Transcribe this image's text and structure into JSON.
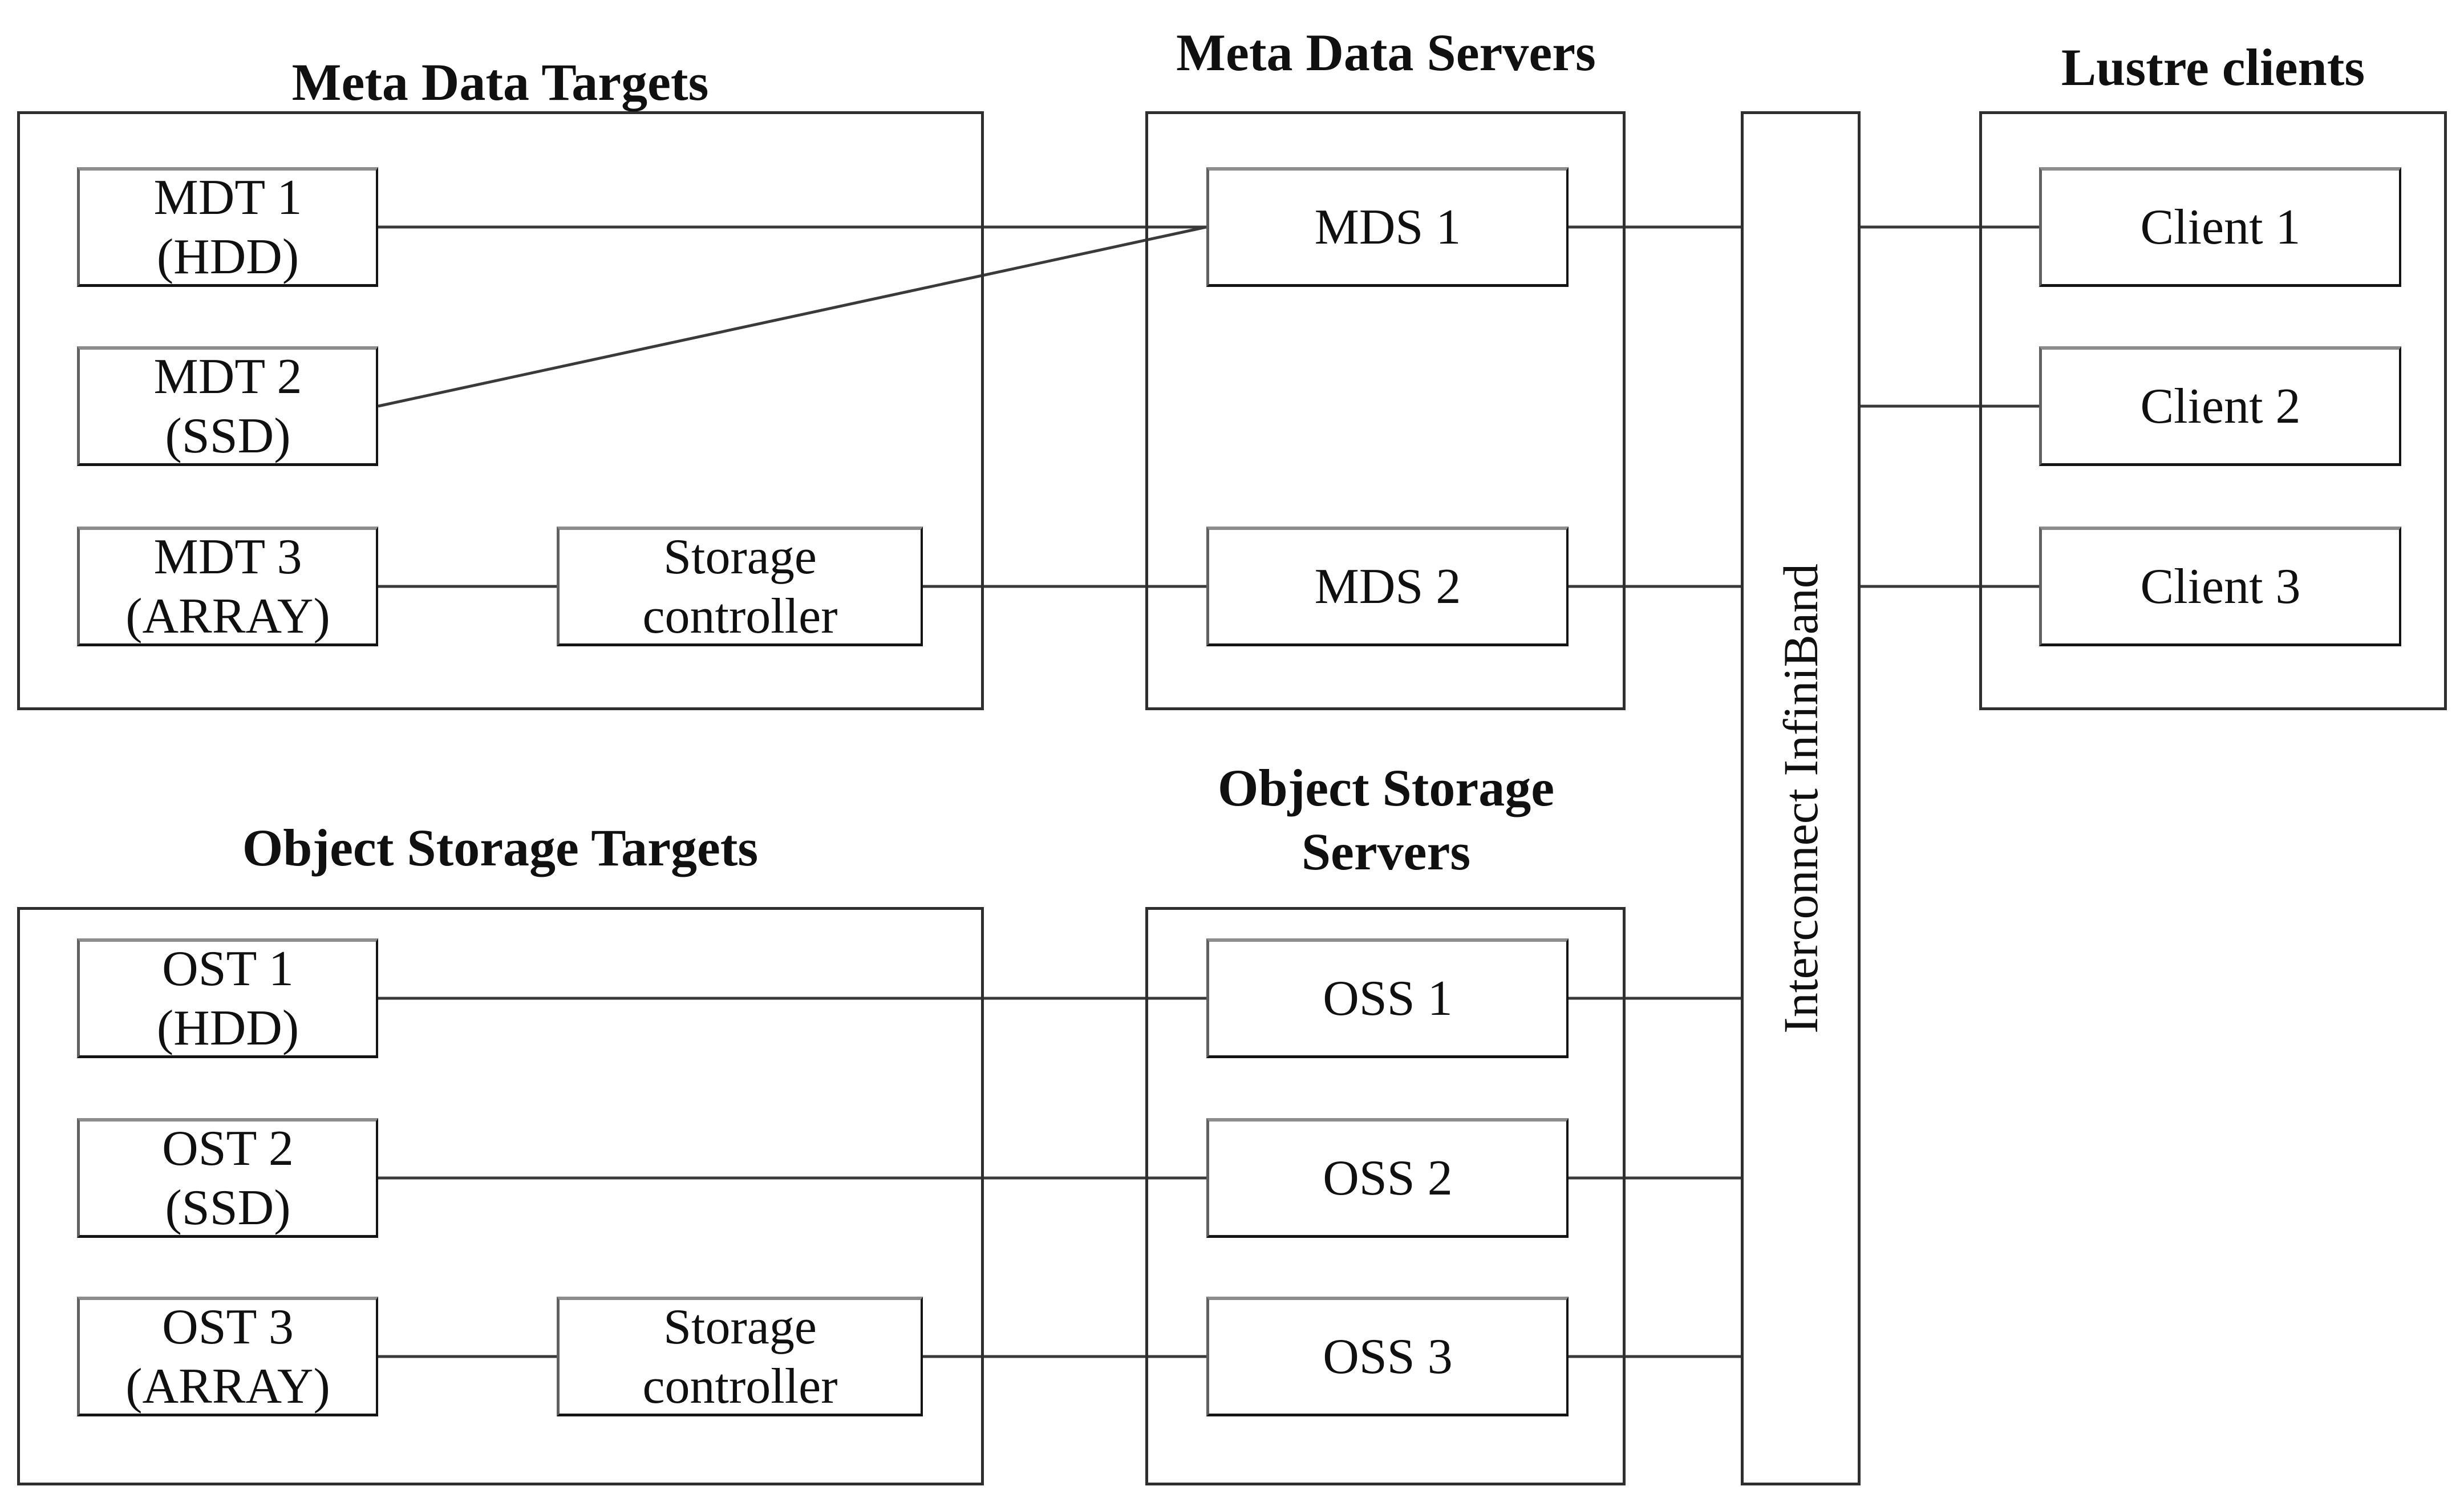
{
  "diagram": {
    "background_color": "#ffffff",
    "line_color": "#3a3a3a",
    "text_color": "#101010",
    "groups": [
      {
        "id": "meta-data-targets",
        "title": "Meta Data Targets",
        "nodes": [
          {
            "id": "mdt1",
            "line1": "MDT 1",
            "line2": "(HDD)"
          },
          {
            "id": "mdt2",
            "line1": "MDT 2",
            "line2": "(SSD)"
          },
          {
            "id": "mdt3",
            "line1": "MDT 3",
            "line2": "(ARRAY)"
          },
          {
            "id": "sc1",
            "line1": "Storage",
            "line2": "controller"
          }
        ]
      },
      {
        "id": "meta-data-servers",
        "title": "Meta Data Servers",
        "nodes": [
          {
            "id": "mds1",
            "label": "MDS 1"
          },
          {
            "id": "mds2",
            "label": "MDS 2"
          }
        ]
      },
      {
        "id": "lustre-clients",
        "title": "Lustre clients",
        "nodes": [
          {
            "id": "client1",
            "label": "Client 1"
          },
          {
            "id": "client2",
            "label": "Client 2"
          },
          {
            "id": "client3",
            "label": "Client 3"
          }
        ]
      },
      {
        "id": "object-storage-targets",
        "title": "Object Storage Targets",
        "nodes": [
          {
            "id": "ost1",
            "line1": "OST 1",
            "line2": "(HDD)"
          },
          {
            "id": "ost2",
            "line1": "OST 2",
            "line2": "(SSD)"
          },
          {
            "id": "ost3",
            "line1": "OST 3",
            "line2": "(ARRAY)"
          },
          {
            "id": "sc2",
            "line1": "Storage",
            "line2": "controller"
          }
        ]
      },
      {
        "id": "object-storage-servers",
        "title_line1": "Object Storage",
        "title_line2": "Servers",
        "nodes": [
          {
            "id": "oss1",
            "label": "OSS 1"
          },
          {
            "id": "oss2",
            "label": "OSS 2"
          },
          {
            "id": "oss3",
            "label": "OSS 3"
          }
        ]
      }
    ],
    "interconnect": {
      "label": "Interconnect InfiniBand"
    },
    "edges": [
      {
        "from": "mdt1",
        "to": "mds1"
      },
      {
        "from": "mdt2",
        "to": "mds1"
      },
      {
        "from": "mdt3",
        "to": "sc1"
      },
      {
        "from": "sc1",
        "to": "mds2"
      },
      {
        "from": "mds1",
        "to": "ib"
      },
      {
        "from": "mds2",
        "to": "ib"
      },
      {
        "from": "ib",
        "to": "client1"
      },
      {
        "from": "ib",
        "to": "client2"
      },
      {
        "from": "ib",
        "to": "client3"
      },
      {
        "from": "ost1",
        "to": "oss1"
      },
      {
        "from": "ost2",
        "to": "oss2"
      },
      {
        "from": "ost3",
        "to": "sc2"
      },
      {
        "from": "sc2",
        "to": "oss3"
      },
      {
        "from": "oss1",
        "to": "ib"
      },
      {
        "from": "oss2",
        "to": "ib"
      },
      {
        "from": "oss3",
        "to": "ib"
      }
    ]
  }
}
